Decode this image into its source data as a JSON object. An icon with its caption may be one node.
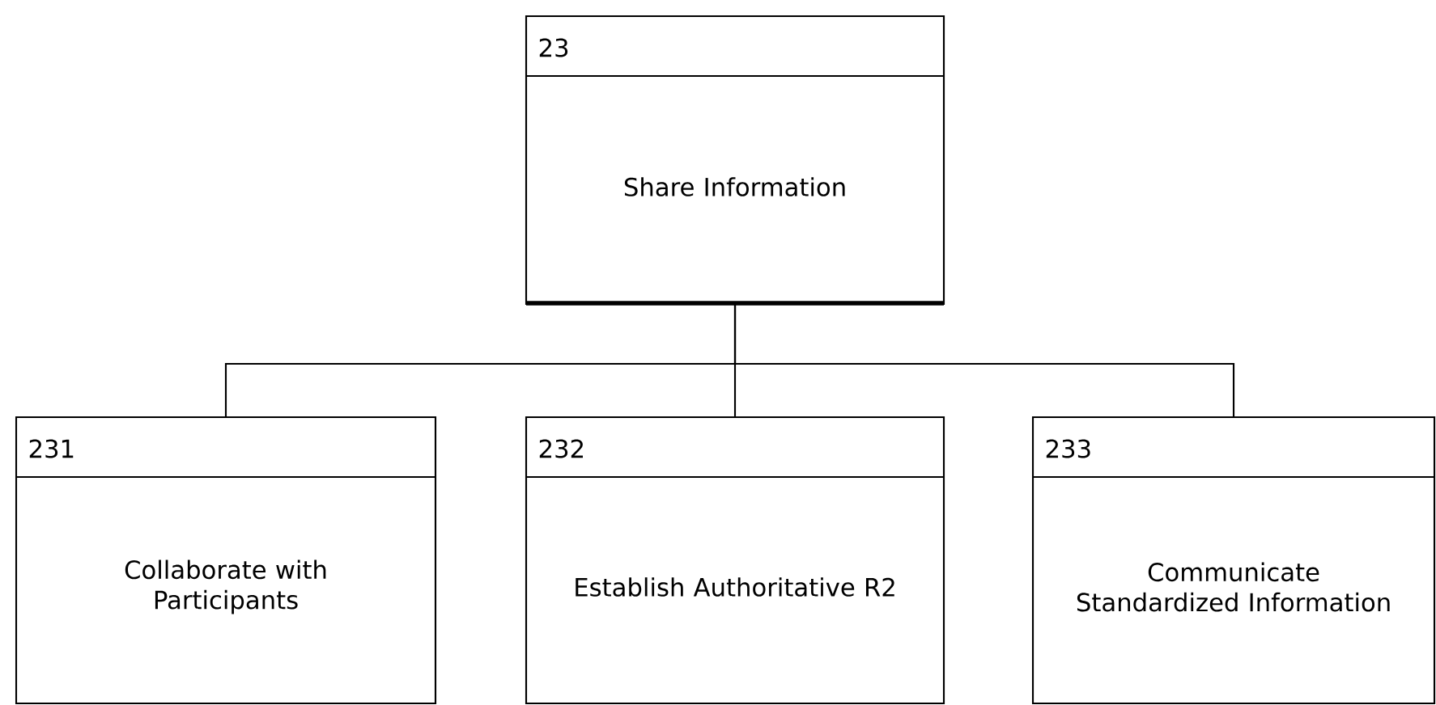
{
  "diagram": {
    "nodes": [
      {
        "text": [
          "23",
          "Share Information"
        ]
      },
      {
        "text": [
          "231",
          "Collaborate with Participants"
        ]
      },
      {
        "text": [
          "232",
          "Establish Authoritative R2"
        ]
      },
      {
        "text": [
          "233",
          "Communicate Standardized Information"
        ]
      }
    ],
    "edges": [
      {
        "from": 0,
        "to": 1,
        "arrow": "none"
      },
      {
        "from": 0,
        "to": 2,
        "arrow": "none"
      },
      {
        "from": 0,
        "to": 3,
        "arrow": "none"
      }
    ]
  }
}
